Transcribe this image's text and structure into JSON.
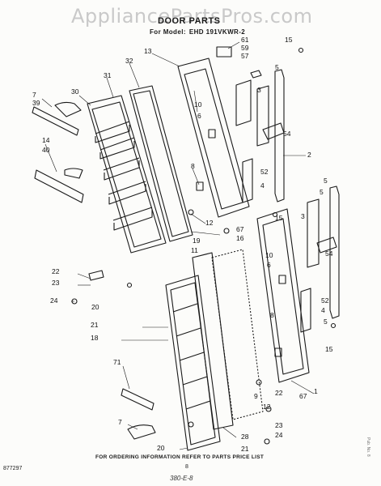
{
  "watermark": "AppliancePartsPros.com",
  "header": {
    "title": "DOOR PARTS",
    "model_label": "For Model:",
    "model_number": "EHD 191VKWR-2"
  },
  "footer": {
    "ordering_note": "FOR ORDERING INFORMATION REFER TO PARTS PRICE LIST",
    "page_number": "8",
    "drawing_number": "877297",
    "handwritten_code": "380-E-8",
    "side_code": "Pub. No. 8"
  },
  "callouts": [
    "61",
    "15",
    "59",
    "57",
    "13",
    "32",
    "5",
    "31",
    "3",
    "30",
    "7",
    "39",
    "10",
    "6",
    "14",
    "40",
    "54",
    "2",
    "8",
    "52",
    "4",
    "5",
    "3",
    "12",
    "5",
    "67",
    "16",
    "15",
    "19",
    "11",
    "22",
    "23",
    "10",
    "6",
    "24",
    "20",
    "54",
    "21",
    "18",
    "52",
    "4",
    "5",
    "8",
    "15",
    "71",
    "9",
    "22",
    "67",
    "12",
    "23",
    "7",
    "28",
    "24",
    "20",
    "21",
    "1"
  ],
  "colors": {
    "ink": "#1a1a1a",
    "paper": "#fcfcfa",
    "watermark": "#c9c9c9"
  }
}
